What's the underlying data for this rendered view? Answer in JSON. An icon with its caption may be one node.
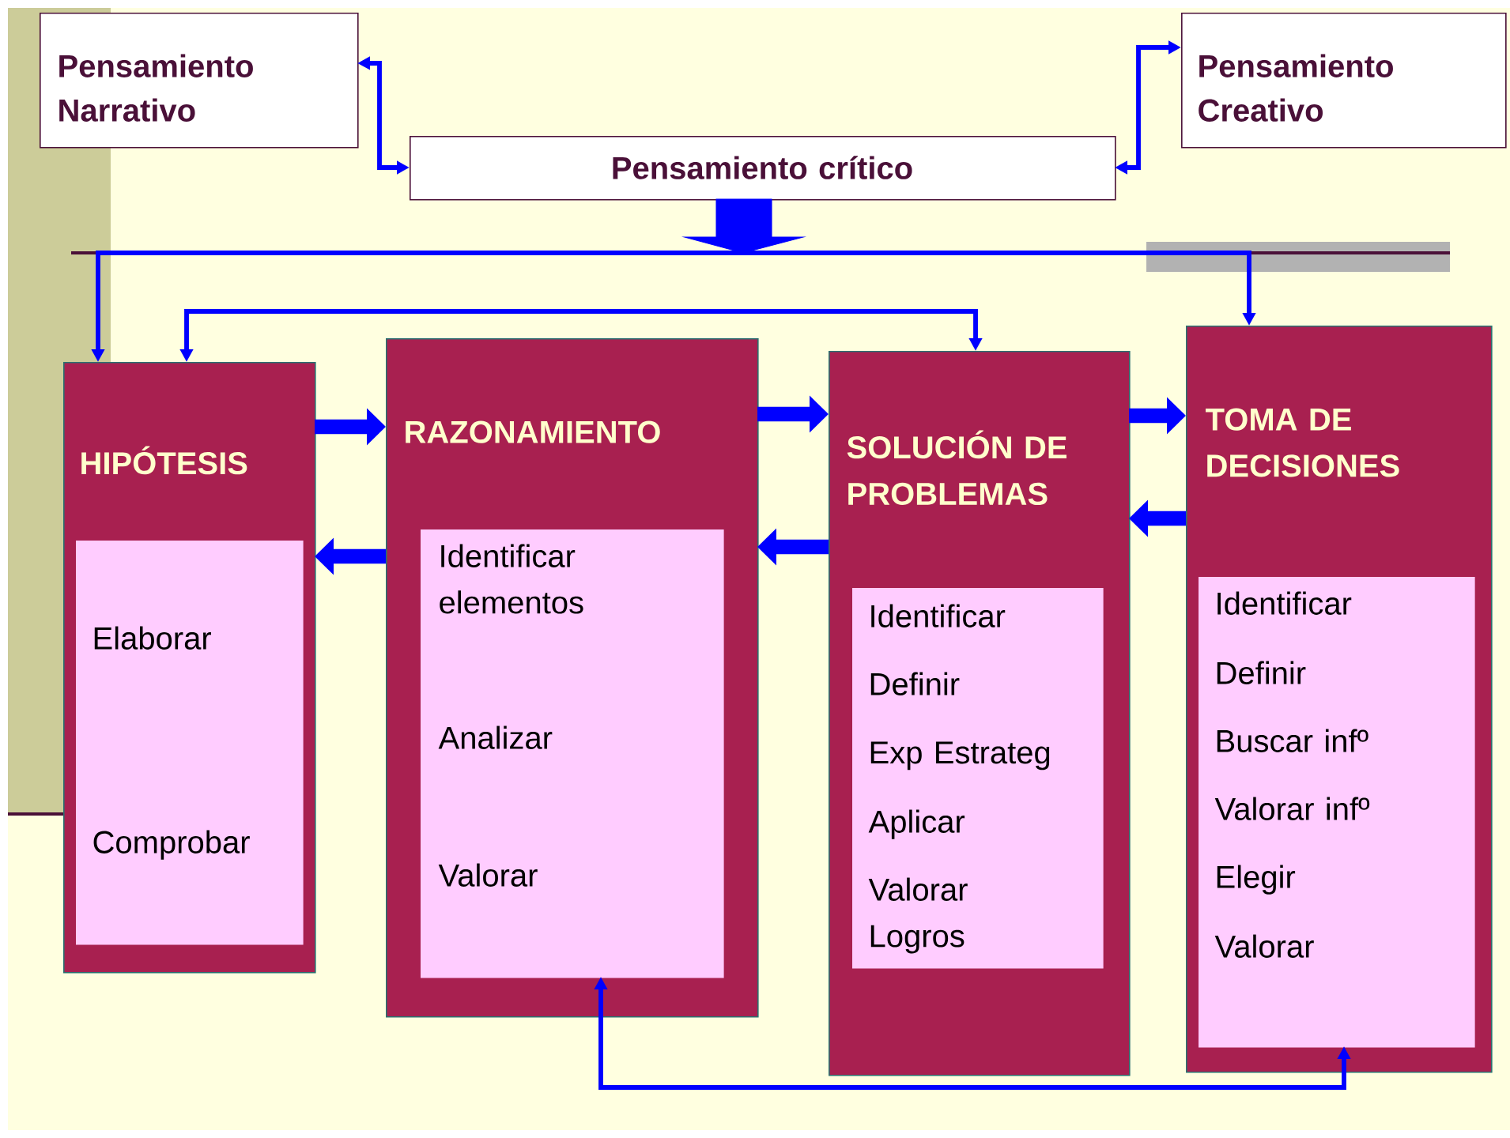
{
  "diagram": {
    "nodes": [
      {
        "text": [
          "Pensamiento Narrativo"
        ]
      },
      {
        "text": [
          "Pensamiento crítico"
        ]
      },
      {
        "text": [
          "Pensamiento Creativo"
        ]
      },
      {
        "text": [
          "HIPÓTESIS"
        ]
      },
      {
        "text": [
          "Elaborar",
          "Comprobar"
        ],
        "in": 3
      },
      {
        "text": [
          "RAZONAMIENTO"
        ]
      },
      {
        "text": [
          "Identificar elementos",
          "Analizar",
          "Valorar"
        ],
        "in": 5
      },
      {
        "text": [
          "SOLUCIÓN DE PROBLEMAS"
        ]
      },
      {
        "text": [
          "Identificar",
          "Definir",
          "Exp Estrateg",
          "Aplicar",
          "Valorar Logros"
        ],
        "in": 7
      },
      {
        "text": [
          "TOMA DE DECISIONES"
        ]
      },
      {
        "text": [
          "Identificar",
          "Definir",
          "Buscar infº",
          "Valorar infº",
          "Elegir",
          "Valorar"
        ],
        "in": 9
      }
    ],
    "edges": [
      {
        "from": 1,
        "to": 0,
        "arrow": "both"
      },
      {
        "from": 1,
        "to": 2,
        "arrow": "both"
      },
      {
        "from": 1,
        "to": 3,
        "arrow": "to"
      },
      {
        "from": 1,
        "to": 9,
        "arrow": "to"
      },
      {
        "from": 7,
        "to": 3,
        "arrow": "both"
      },
      {
        "from": 3,
        "to": 5,
        "arrow": "to",
        "style": "thick"
      },
      {
        "from": 5,
        "to": 7,
        "arrow": "to",
        "style": "thick"
      },
      {
        "from": 7,
        "to": 9,
        "arrow": "to",
        "style": "thick"
      },
      {
        "from": 9,
        "to": 7,
        "arrow": "to",
        "style": "thick"
      },
      {
        "from": 7,
        "to": 5,
        "arrow": "to",
        "style": "thick"
      },
      {
        "from": 5,
        "to": 3,
        "arrow": "to",
        "style": "thick"
      },
      {
        "from": 6,
        "to": 10,
        "arrow": "both"
      }
    ]
  }
}
